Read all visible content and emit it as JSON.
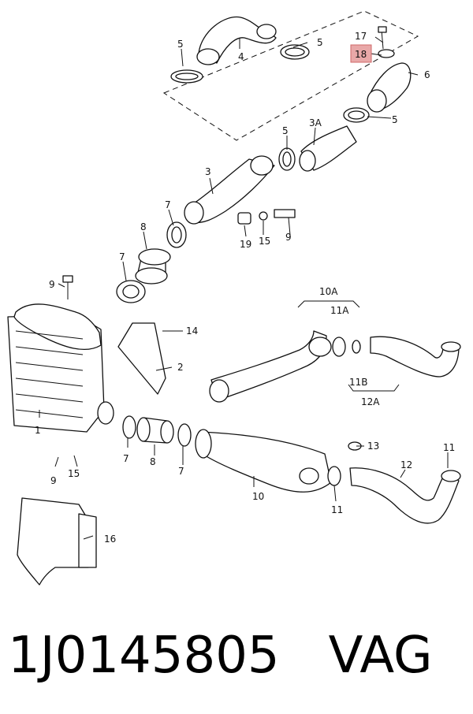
{
  "part_number": "1J0145805",
  "brand": "VAG",
  "highlighted_callout": "18",
  "highlight_color": "#e8a8a8",
  "callouts": {
    "c1": "1",
    "c2": "2",
    "c3": "3",
    "c3a": "3A",
    "c4": "4",
    "c5a": "5",
    "c5b": "5",
    "c5c": "5",
    "c5d": "5",
    "c6": "6",
    "c7a": "7",
    "c7b": "7",
    "c7c": "7",
    "c7d": "7",
    "c8a": "8",
    "c8b": "8",
    "c9a": "9",
    "c9b": "9",
    "c9c": "9",
    "c10": "10",
    "c10a": "10A",
    "c11a": "11",
    "c11b": "11",
    "c11A": "11A",
    "c11B": "11B",
    "c12": "12",
    "c12a": "12A",
    "c13": "13",
    "c14": "14",
    "c15a": "15",
    "c15b": "15",
    "c16": "16",
    "c17": "17",
    "c18": "18",
    "c19": "19"
  }
}
